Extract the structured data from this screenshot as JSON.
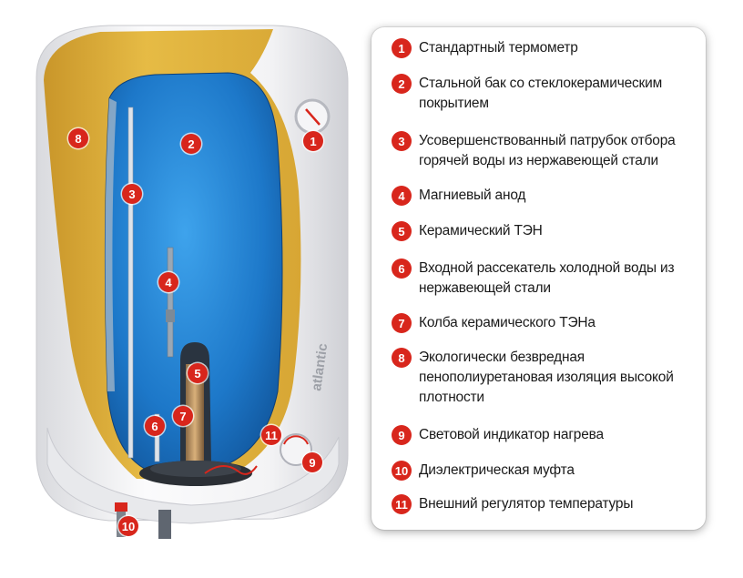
{
  "brand": "atlantic",
  "colors": {
    "badge": "#d8261c",
    "insulation": "#e0b43a",
    "tank": "#1f7fd0",
    "body": "#f2f2f4"
  },
  "items": [
    {
      "num": "1",
      "text": "Стандартный термометр"
    },
    {
      "num": "2",
      "text": "Стальной бак со стеклокерамическим покрытием"
    },
    {
      "num": "3",
      "text": "Усовершенствованный патрубок отбора горячей воды из нержавеющей стали"
    },
    {
      "num": "4",
      "text": "Магниевый анод"
    },
    {
      "num": "5",
      "text": "Керамический ТЭН"
    },
    {
      "num": "6",
      "text": "Входной рассекатель холодной воды из нержавеющей стали"
    },
    {
      "num": "7",
      "text": "Колба керамического ТЭНа"
    },
    {
      "num": "8",
      "text": "Экологически безвредная пенополиуретановая изоляция высокой плотности"
    },
    {
      "num": "9",
      "text": "Световой индикатор нагрева"
    },
    {
      "num": "10",
      "text": "Диэлектрическая муфта"
    },
    {
      "num": "11",
      "text": "Внешний регулятор температуры"
    }
  ]
}
